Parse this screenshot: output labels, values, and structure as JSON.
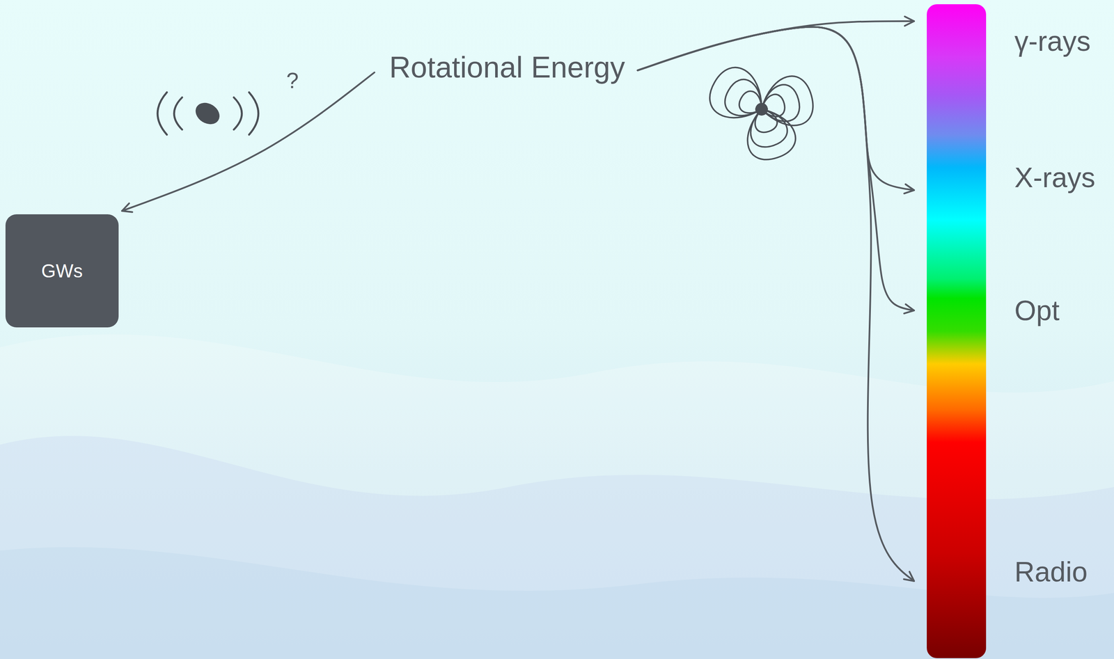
{
  "diagram": {
    "nodes": [
      {
        "text": [
          "Rotational Energy"
        ]
      },
      {
        "text": [
          "GWs"
        ]
      },
      {
        "text": [
          "γ-rays"
        ]
      },
      {
        "text": [
          "X-rays"
        ]
      },
      {
        "text": [
          "Opt"
        ]
      },
      {
        "text": [
          "Radio"
        ]
      }
    ],
    "edges": [
      {
        "from": 0,
        "to": 1,
        "arrow": "to"
      },
      {
        "from": 0,
        "to": 2,
        "arrow": "to"
      },
      {
        "from": 0,
        "to": 3,
        "arrow": "to"
      },
      {
        "from": 0,
        "to": 4,
        "arrow": "to"
      },
      {
        "from": 0,
        "to": 5,
        "arrow": "to"
      }
    ],
    "labels": [
      "?"
    ]
  }
}
